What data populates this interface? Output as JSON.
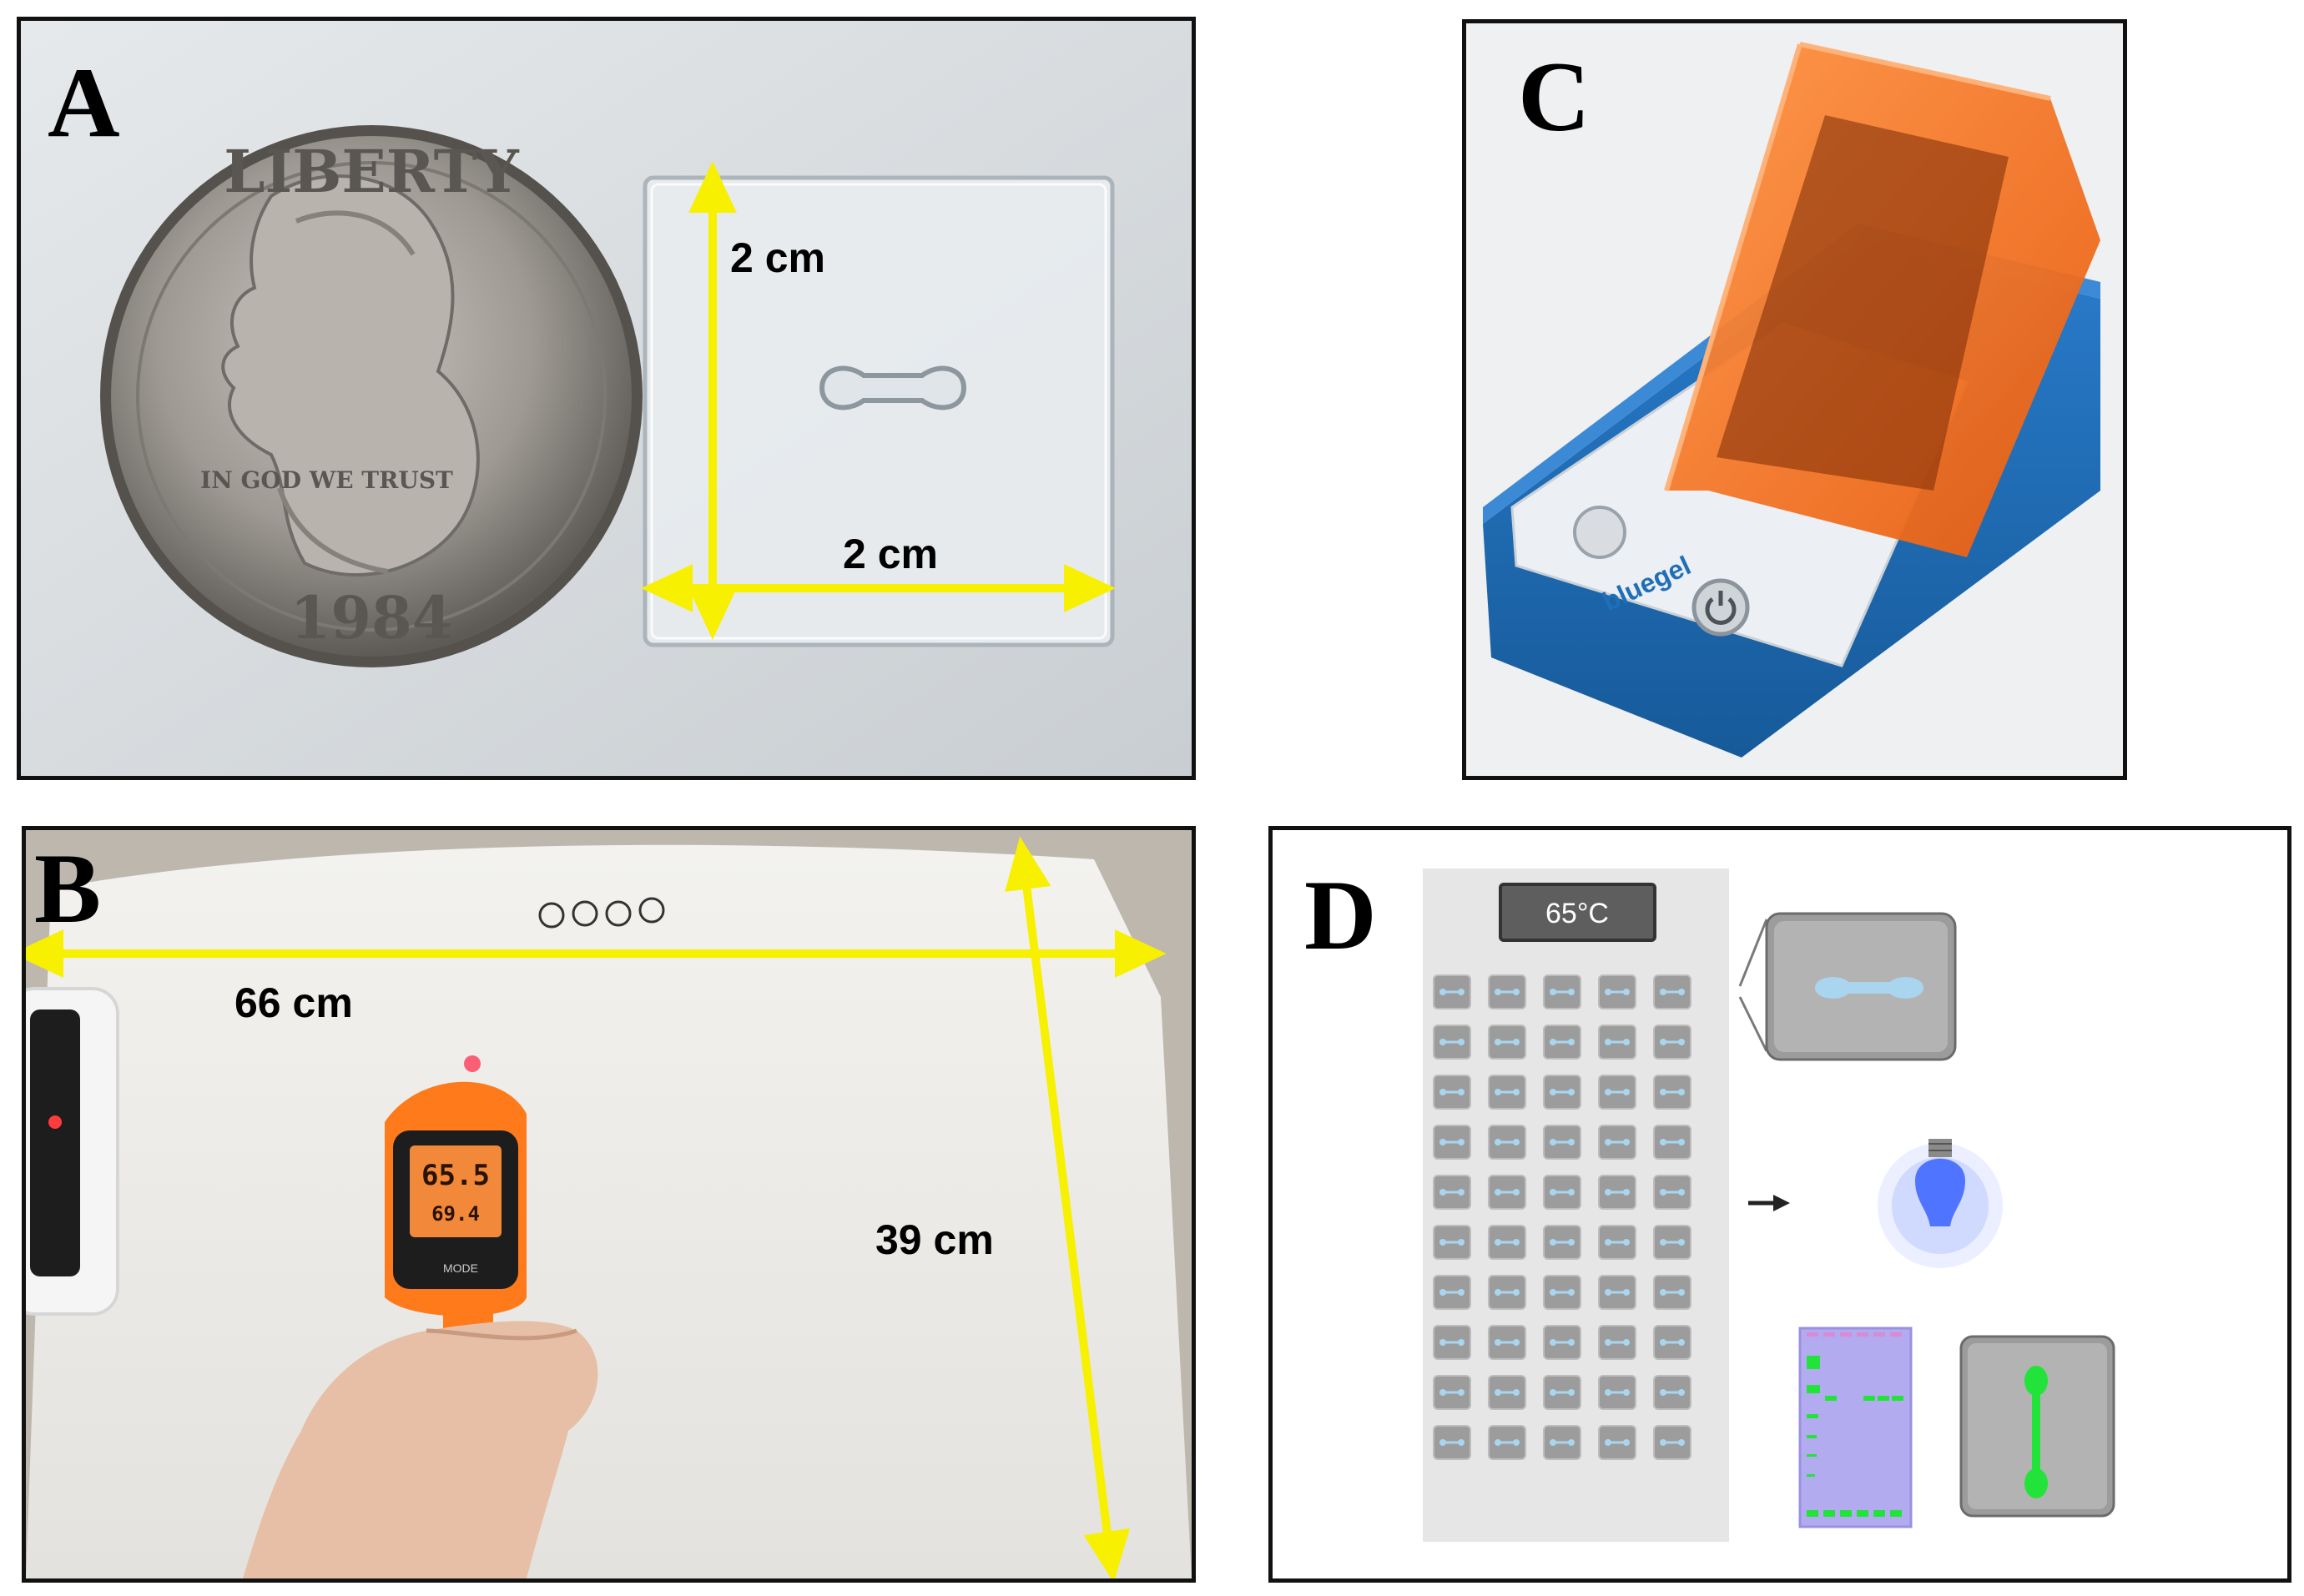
{
  "panels": {
    "a": {
      "letter": "A",
      "coin": {
        "top": "LIBERTY",
        "motto": "IN GOD WE TRUST",
        "year": "1984"
      },
      "height_label": "2 cm",
      "width_label": "2 cm"
    },
    "b": {
      "letter": "B",
      "width_label": "66 cm",
      "height_label": "39 cm",
      "thermometer": {
        "main": "65.5",
        "sub": "69.4",
        "mode": "MODE"
      }
    },
    "c": {
      "letter": "C",
      "brand": "bluegel"
    },
    "d": {
      "letter": "D",
      "temperature": "65°C",
      "chip_rows": 10,
      "chip_cols": 5
    }
  },
  "colors": {
    "arrow": "#f7f000",
    "orange_lid": "#ff7a1a",
    "blue_base": "#1f6fb8",
    "chip_blue": "#a9d6ee",
    "gel_purple": "#b3abef",
    "band_green": "#22e33a"
  },
  "icons": [
    "quarter-coin-image",
    "pdms-chip-image",
    "infrared-thermometer-image",
    "heating-pad-image",
    "bluegel-device-image",
    "light-bulb-icon",
    "gel-image",
    "arrow-right-icon"
  ]
}
